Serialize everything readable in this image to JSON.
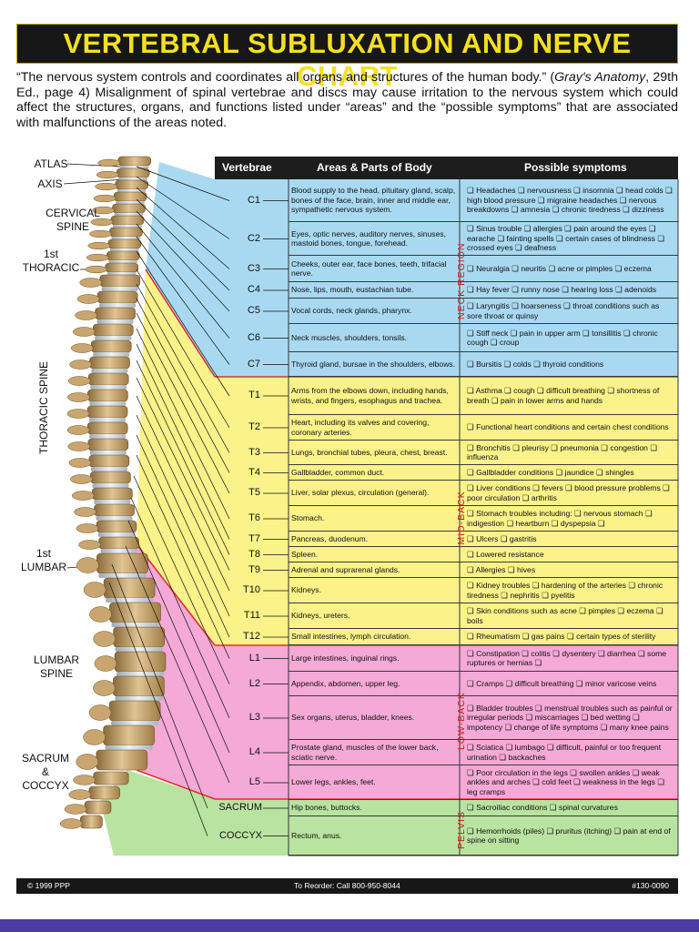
{
  "title": "VERTEBRAL SUBLUXATION AND NERVE CHART",
  "intro": {
    "p1": "“The nervous system controls and coordinates all organs and structures of the human body.” (",
    "source_italic": "Gray's Anatomy",
    "p2": ", 29th Ed., page 4) Misalignment of spinal vertebrae and discs may cause irritation to the nervous system which could affect the structures, organs, and functions listed under “areas” and the “possible symptoms” that are associated with malfunctions of the areas noted."
  },
  "spine_labels": {
    "atlas": "ATLAS",
    "axis": "AXIS",
    "cervical_1": "CERVICAL",
    "cervical_2": "SPINE",
    "first_thoracic_1": "1st",
    "first_thoracic_2": "THORACIC",
    "thoracic_spine": "THORACIC SPINE",
    "first_lumbar_1": "1st",
    "first_lumbar_2": "LUMBAR",
    "lumbar_1": "LUMBAR",
    "lumbar_2": "SPINE",
    "sacrum_1": "SACRUM",
    "sacrum_2": "&",
    "sacrum_3": "COCCYX"
  },
  "table": {
    "headers": {
      "vertebrae": "Vertebrae",
      "areas": "Areas & Parts of Body",
      "symptoms": "Possible symptoms"
    },
    "regions": {
      "neck": "NECK REGION",
      "midback": "MID-BACK",
      "lowback": "LOW-BACK",
      "pelvis": "PELVIS"
    },
    "rows": [
      {
        "v": "C1",
        "area": "Blood supply to the head, pituitary gland, scalp, bones of the face, brain, inner and middle ear, sympathetic nervous system.",
        "sym": "❏ Headaches ❏ nervousness ❏ insomnia ❏ head colds ❏ high blood pressure ❏ migraine headaches ❏ nervous breakdowns ❏ amnesia ❏ chronic tiredness ❏ dizziness"
      },
      {
        "v": "C2",
        "area": "Eyes, optic nerves, auditory nerves, sinuses, mastoid bones, tongue, forehead.",
        "sym": "❏ Sinus trouble ❏ allergies ❏ pain around the eyes ❏ earache ❏ fainting spells ❏ certain cases of blindness ❏ crossed eyes ❏ deafness"
      },
      {
        "v": "C3",
        "area": "Cheeks, outer ear, face bones, teeth, trifacial nerve.",
        "sym": "❏ Neuralgia ❏ neuritis ❏ acne or pimples ❏ eczema"
      },
      {
        "v": "C4",
        "area": "Nose, lips, mouth, eustachian tube.",
        "sym": "❏ Hay fever ❏ runny nose ❏ hearing loss ❏ adenoids"
      },
      {
        "v": "C5",
        "area": "Vocal cords, neck glands, pharynx.",
        "sym": "❏ Laryngitis ❏ hoarseness ❏ throat conditions such as sore throat or quinsy"
      },
      {
        "v": "C6",
        "area": "Neck muscles, shoulders, tonsils.",
        "sym": "❏ Stiff neck ❏ pain in upper arm ❏ tonsillitis ❏ chronic cough ❏ croup"
      },
      {
        "v": "C7",
        "area": "Thyroid gland, bursae in the shoulders, elbows.",
        "sym": "❏ Bursitis ❏ colds ❏ thyroid conditions"
      },
      {
        "v": "T1",
        "area": "Arms from the elbows down, including hands, wrists, and fingers, esophagus and trachea.",
        "sym": "❏ Asthma ❏ cough ❏ difficult breathing ❏ shortness of breath ❏ pain in lower arms and hands"
      },
      {
        "v": "T2",
        "area": "Heart, including its valves and covering, coronary arteries.",
        "sym": "❏ Functional heart conditions and certain chest conditions"
      },
      {
        "v": "T3",
        "area": "Lungs, bronchial tubes, pleura, chest, breast.",
        "sym": "❏ Bronchitis ❏ pleurisy ❏ pneumonia ❏ congestion ❏ influenza"
      },
      {
        "v": "T4",
        "area": "Gallbladder, common duct.",
        "sym": "❏ Gallbladder conditions ❏ jaundice ❏ shingles"
      },
      {
        "v": "T5",
        "area": "Liver, solar plexus, circulation (general).",
        "sym": "❏ Liver conditions ❏ fevers ❏ blood pressure problems ❏ poor circulation ❏ arthritis"
      },
      {
        "v": "T6",
        "area": "Stomach.",
        "sym": "❏ Stomach troubles including: ❏ nervous stomach ❏ indigestion ❏ heartburn ❏ dyspepsia ❏"
      },
      {
        "v": "T7",
        "area": "Pancreas, duodenum.",
        "sym": "❏ Ulcers ❏ gastritis"
      },
      {
        "v": "T8",
        "area": "Spleen.",
        "sym": "❏ Lowered resistance"
      },
      {
        "v": "T9",
        "area": "Adrenal and suprarenal glands.",
        "sym": "❏ Allergies ❏ hives"
      },
      {
        "v": "T10",
        "area": "Kidneys.",
        "sym": "❏ Kidney troubles ❏ hardening of the arteries ❏ chronic tiredness ❏ nephritis ❏ pyelitis"
      },
      {
        "v": "T11",
        "area": "Kidneys, ureters.",
        "sym": "❏ Skin conditions such as acne ❏ pimples ❏ eczema ❏ boils"
      },
      {
        "v": "T12",
        "area": "Small intestines, lymph circulation.",
        "sym": "❏ Rheumatism ❏ gas pains ❏ certain types of sterility"
      },
      {
        "v": "L1",
        "area": "Large intestines, inguinal rings.",
        "sym": "❏ Constipation ❏ colitis ❏ dysentery ❏ diarrhea ❏ some ruptures or hernias ❏"
      },
      {
        "v": "L2",
        "area": "Appendix, abdomen, upper leg.",
        "sym": "❏ Cramps ❏ difficult breathing ❏ minor varicose veins"
      },
      {
        "v": "L3",
        "area": "Sex organs, uterus, bladder, knees.",
        "sym": "❏ Bladder troubles ❏ menstrual troubles such as painful or irregular periods ❏ miscarriages ❏ bed wetting ❏ impotency ❏ change of life symptoms ❏ many knee pains"
      },
      {
        "v": "L4",
        "area": "Prostate gland, muscles of the lower back, sciatic nerve.",
        "sym": "❏ Sciatica ❏ lumbago ❏ difficult, painful or too frequent urination ❏ backaches"
      },
      {
        "v": "L5",
        "area": "Lower legs, ankles, feet.",
        "sym": "❏ Poor circulation in the legs ❏ swollen ankles ❏ weak ankles and arches ❏ cold feet ❏ weakness in the legs ❏ leg cramps"
      },
      {
        "v": "SACRUM",
        "area": "Hip bones, buttocks.",
        "sym": "❏ Sacroiliac conditions ❏ spinal curvatures"
      },
      {
        "v": "COCCYX",
        "area": "Rectum, anus.",
        "sym": "❏ Hemorrhoids (piles) ❏ pruritus (itching) ❏ pain at end of spine on sitting"
      }
    ]
  },
  "footer": {
    "copyright": "© 1999 PPP",
    "reorder": "To Reorder: Call 800-950-8044",
    "code": "#130-0090"
  },
  "colors": {
    "neck": "#a9d9f1",
    "midback": "#fbf28a",
    "lowback": "#f4a9d6",
    "pelvis": "#b9e3a0",
    "title": "#f4df22",
    "region_label": "#d01e1e"
  }
}
